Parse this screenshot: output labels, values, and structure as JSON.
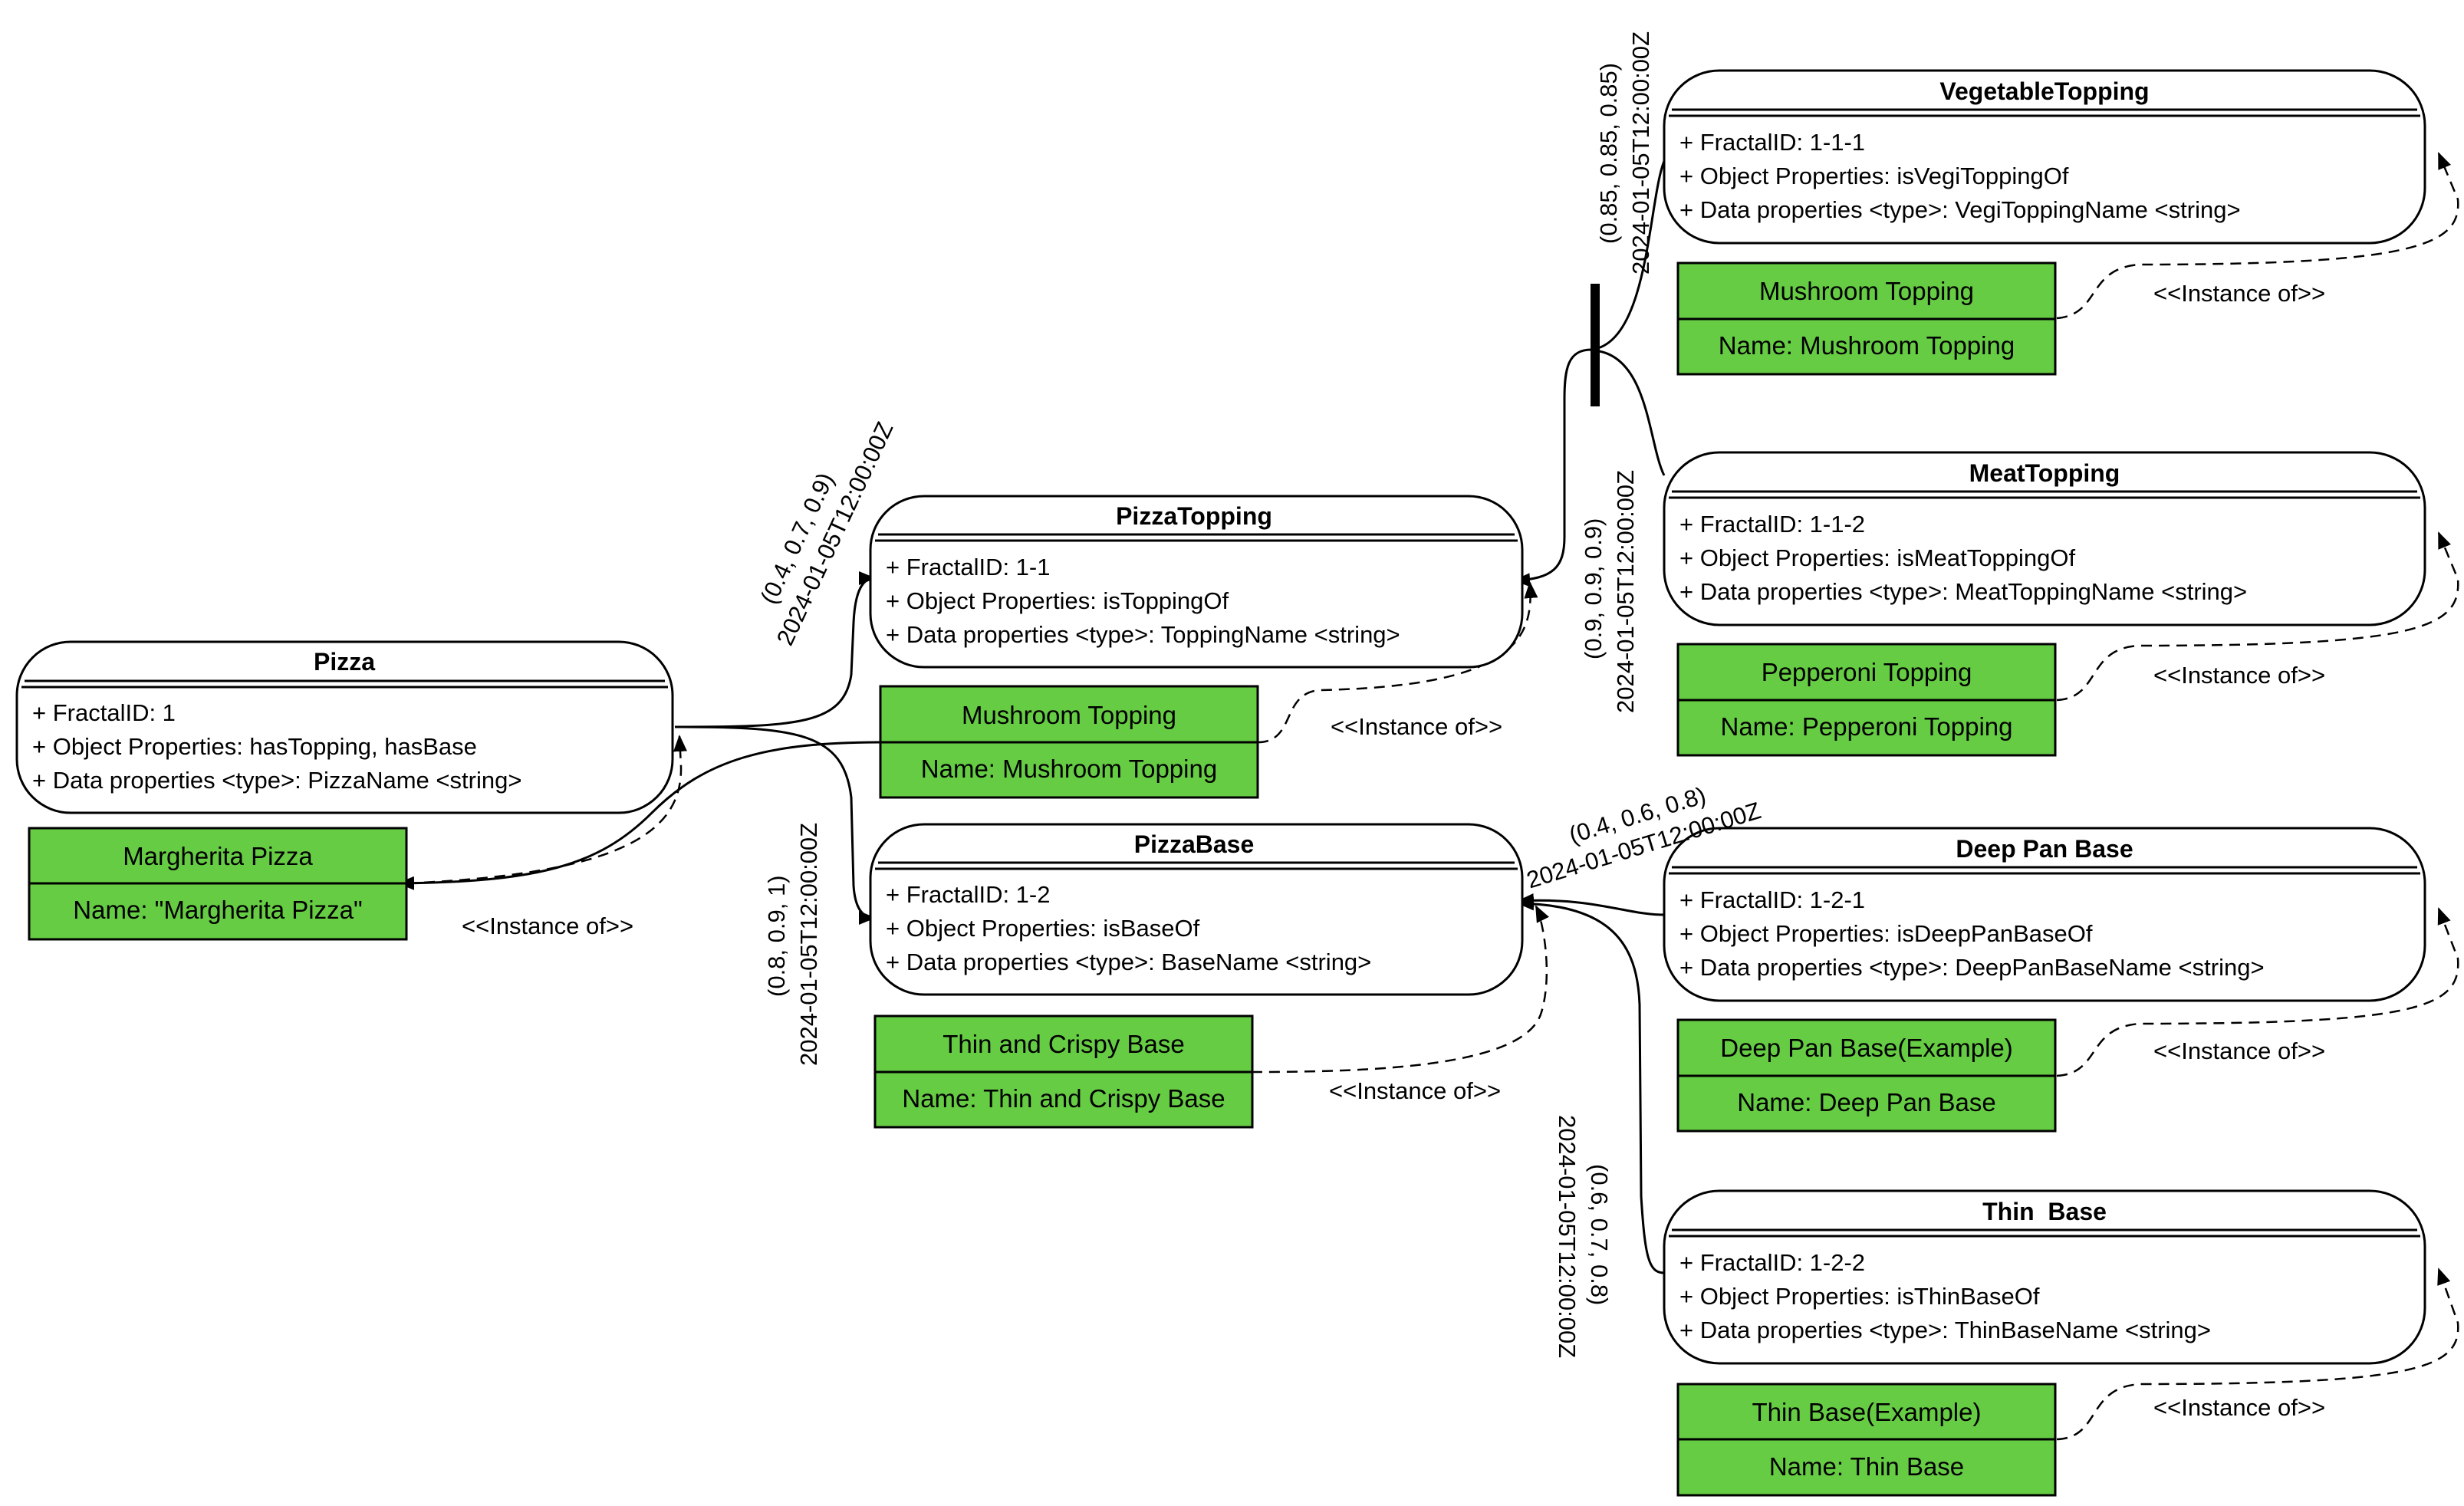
{
  "classes": {
    "pizza": {
      "title": "Pizza",
      "attrs": [
        "+ FractalID: 1",
        "+ Object Properties: hasTopping, hasBase",
        "+ Data properties <type>: PizzaName <string>"
      ]
    },
    "pizza_topping": {
      "title": "PizzaTopping",
      "attrs": [
        "+ FractalID: 1-1",
        "+ Object Properties: isToppingOf",
        "+ Data properties <type>: ToppingName <string>"
      ]
    },
    "pizza_base": {
      "title": "PizzaBase",
      "attrs": [
        "+ FractalID: 1-2",
        "+ Object Properties: isBaseOf",
        "+ Data properties <type>: BaseName <string>"
      ]
    },
    "vegetable_topping": {
      "title": "VegetableTopping",
      "attrs": [
        "+ FractalID: 1-1-1",
        "+ Object Properties: isVegiToppingOf",
        "+ Data properties <type>: VegiToppingName <string>"
      ]
    },
    "meat_topping": {
      "title": "MeatTopping",
      "attrs": [
        "+ FractalID: 1-1-2",
        "+ Object Properties: isMeatToppingOf",
        "+ Data properties <type>: MeatToppingName <string>"
      ]
    },
    "deep_pan_base": {
      "title": "Deep Pan Base",
      "attrs": [
        "+ FractalID: 1-2-1",
        "+ Object Properties: isDeepPanBaseOf",
        "+ Data properties <type>: DeepPanBaseName <string>"
      ]
    },
    "thin_base": {
      "title": "Thin  Base",
      "attrs": [
        "+ FractalID: 1-2-2",
        "+ Object Properties: isThinBaseOf",
        "+ Data properties <type>: ThinBaseName <string>"
      ]
    }
  },
  "instances": {
    "margherita": {
      "name": "Margherita Pizza",
      "value": "Name: \"Margherita Pizza\""
    },
    "mushroom_topping_1": {
      "name": "Mushroom Topping",
      "value": "Name: Mushroom Topping"
    },
    "thin_crispy": {
      "name": "Thin and Crispy Base",
      "value": "Name: Thin and Crispy Base"
    },
    "mushroom_topping_2": {
      "name": "Mushroom Topping",
      "value": "Name: Mushroom Topping"
    },
    "pepperoni": {
      "name": "Pepperoni Topping",
      "value": "Name: Pepperoni Topping"
    },
    "deep_pan_example": {
      "name": "Deep Pan Base(Example)",
      "value": "Name: Deep Pan Base"
    },
    "thin_example": {
      "name": "Thin Base(Example)",
      "value": "Name: Thin Base"
    }
  },
  "instance_of_label": "<<Instance of>>",
  "connection_labels": {
    "pizza_topping": {
      "tuple": "(0.4, 0.7, 0.9)",
      "timestamp": "2024-01-05T12:00:00Z"
    },
    "pizza_base": {
      "tuple": "(0.8, 0.9, 1)",
      "timestamp": "2024-01-05T12:00:00Z"
    },
    "veg_topping": {
      "tuple": "(0.85, 0.85, 0.85)",
      "timestamp": "2024-01-05T12:00:00Z"
    },
    "meat_topping": {
      "tuple": "(0.9, 0.9, 0.9)",
      "timestamp": "2024-01-05T12:00:00Z"
    },
    "deep_pan": {
      "tuple": "(0.4, 0.6, 0.8)",
      "timestamp": "2024-01-05T12:00:00Z"
    },
    "thin_base": {
      "tuple": "(0.6, 0.7, 0.8)",
      "timestamp": "2024-01-05T12:00:00Z"
    }
  },
  "colors": {
    "instance_fill": "#66cc44",
    "stroke": "#000000",
    "background": "#ffffff"
  }
}
